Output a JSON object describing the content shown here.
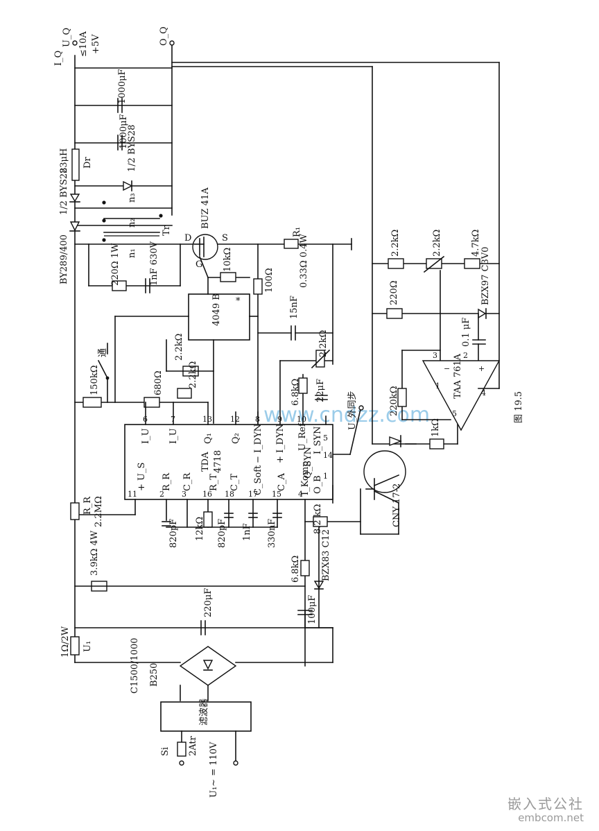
{
  "figure_label": "图 19.5",
  "watermark_center": "www.cndzz.com",
  "footer": {
    "site_cn": "嵌入式公社",
    "site_en": "embcom.net"
  },
  "supply": {
    "input": "U₁~ = 110V",
    "fuse_name": "Si",
    "fuse_value": "2Atr",
    "filter_box": "滤波器",
    "bridge_name": "B250",
    "bridge_value": "C1500/1000",
    "shunt": "1Ω/2W",
    "shunt_sym": "U₁",
    "bulk_cap": "220μF",
    "start_res": "3.9kΩ 4W",
    "rr_name": "R_R",
    "rr_value": "2.2MΩ"
  },
  "output": {
    "iq": "I_Q",
    "uq": "U_Q",
    "current": "≤10A",
    "voltage": "+5V",
    "oq": "O_Q",
    "c1": "1000μF",
    "c2": "1000μF",
    "choke_l": "23μH",
    "choke_name": "Dr",
    "diode_a": "1/2 BYS28",
    "diode_b": "1/2 BYS28",
    "diode_in": "BY289/400",
    "n1": "n₁",
    "n2": "n₂",
    "n3": "n₃",
    "tr": "Tr"
  },
  "snubber": {
    "r": "220Ω 1W",
    "c": "1nF 630V"
  },
  "switch": {
    "mosfet": "BUZ 41A",
    "d": "D",
    "g": "G",
    "s": "S",
    "gate_r": "10kΩ",
    "sense_r": "R₁",
    "sense_val": "0.33Ω 0.4W",
    "r100": "100Ω",
    "c15": "15nF"
  },
  "driver": {
    "name": "4049 B",
    "r22": "2.2kΩ",
    "mark": "*"
  },
  "ic": {
    "name": "TDA",
    "part": "4718",
    "pins": {
      "p6": "6",
      "p7": "7",
      "p13": "13",
      "p12": "12",
      "p8": "8",
      "p9": "9",
      "p10": "10",
      "p5": "5",
      "p11": "11",
      "p2": "2",
      "p3": "3",
      "p16": "16",
      "p18": "18",
      "p17": "17",
      "p15": "15",
      "p4": "4",
      "p1": "1",
      "p14": "14"
    },
    "labels": {
      "iu1": "I_U",
      "iu2": "I_U",
      "q1": "Q₁",
      "q2": "Q₂",
      "idyn_m": "− I_DYN",
      "idyn_p": "+ I_DYN",
      "uref": "U_Ref",
      "isyn": "I_SYN",
      "qsyn": "Q_SYN",
      "us": "+ U_S",
      "rr": "R_R",
      "cr": "C_R",
      "rt": "R_T",
      "ct": "C_T",
      "csoft": "C_Soft",
      "ca": "C_A",
      "ikomp": "I_Komp",
      "ob": "O_B"
    }
  },
  "ic_parts": {
    "r150": "150kΩ",
    "switch_lbl": "通",
    "r680": "680Ω",
    "r22a": "2.2kΩ",
    "c820a": "820pF",
    "r12k": "12kΩ",
    "c820b": "820pF",
    "c1n": "1nF",
    "c330": "330nF",
    "r82": "8.2 kΩ",
    "r68a": "6.8kΩ",
    "c22u": "22μF",
    "r22b": "2.2kΩ",
    "usync": "U_外同步",
    "r68b": "6.8kΩ",
    "zener": "BZX83 C12",
    "c100": "100μF"
  },
  "feedback": {
    "opamp": "TAA 761A",
    "r22c": "2.2kΩ",
    "r22d": "2.2kΩ",
    "r47": "4.7kΩ",
    "r220": "220Ω",
    "zener": "BZX97 C3V0",
    "c01": "0.1 μF",
    "r220k": "220kΩ",
    "r1k": "1kΩ",
    "opto": "CNY 17-2",
    "pin1": "1",
    "pin2": "2",
    "pin3": "3",
    "pin4": "4",
    "pin5": "5",
    "minus": "−",
    "plus": "+"
  }
}
